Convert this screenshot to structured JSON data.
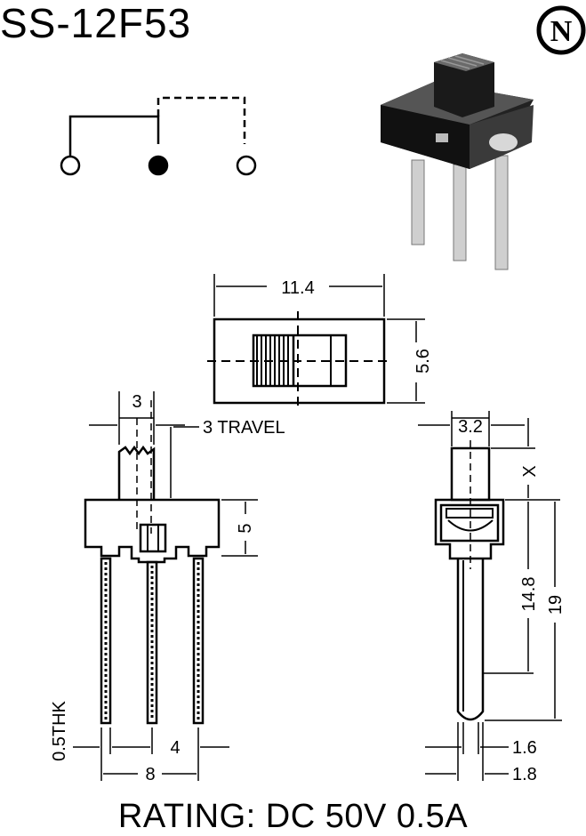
{
  "title": "SS-12F53",
  "logo": {
    "letter": "N",
    "icon": "n-circle-logo-icon"
  },
  "rating": "RATING: DC 50V 0.5A",
  "dimensions": {
    "top_width": "11.4",
    "top_height": "5.6",
    "actuator_width": "3",
    "travel": "3 TRAVEL",
    "body_height": "5",
    "pin_thickness": "0.5THK",
    "pin_pitch": "4",
    "pin_span": "8",
    "side_actuator_width": "3.2",
    "side_actuator_height": "X",
    "side_pin_length": "14.8",
    "side_total_length": "19",
    "side_pin_width_a": "1.6",
    "side_pin_width_b": "1.8"
  },
  "colors": {
    "ink": "#000000",
    "background": "#ffffff",
    "photo_body": "#1a1a1a",
    "photo_pin": "#c8c8c8"
  }
}
